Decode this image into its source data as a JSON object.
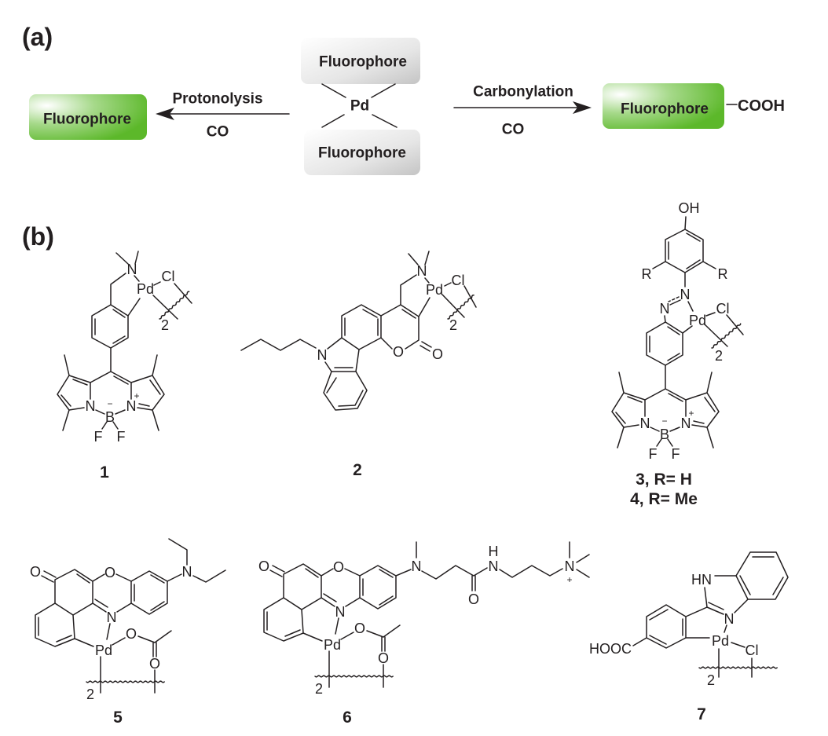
{
  "part_a": {
    "label": "(a)",
    "center_top": "Fluorophore",
    "center_bottom": "Fluorophore",
    "center_metal": "Pd",
    "left_reaction": {
      "above": "Protonolysis",
      "below": "CO"
    },
    "left_product": "Fluorophore",
    "right_reaction": {
      "above": "Carbonylation",
      "below": "CO"
    },
    "right_product": "Fluorophore",
    "right_product_group": "COOH",
    "colors": {
      "green": "#5cb82a",
      "gray": "#cfcfcf"
    }
  },
  "part_b": {
    "label": "(b)"
  },
  "compounds": [
    {
      "label": "1",
      "atoms": [
        "N",
        "Pd",
        "Cl",
        "2",
        "N",
        "B",
        "N",
        "F",
        "F",
        "−",
        "+"
      ]
    },
    {
      "label": "2",
      "atoms": [
        "N",
        "O",
        "O",
        "N",
        "Pd",
        "Cl",
        "2"
      ]
    },
    {
      "label": "3, R= H",
      "label2": "4, R= Me",
      "atoms": [
        "OH",
        "R",
        "R",
        "N",
        "N",
        "Pd",
        "Cl",
        "2",
        "N",
        "B",
        "N",
        "F",
        "F",
        "−",
        "+"
      ]
    },
    {
      "label": "5",
      "atoms": [
        "O",
        "O",
        "N",
        "N",
        "Pd",
        "O",
        "O",
        "2"
      ]
    },
    {
      "label": "6",
      "atoms": [
        "O",
        "O",
        "N",
        "Pd",
        "O",
        "O",
        "2",
        "N",
        "O",
        "H",
        "N",
        "N",
        "+"
      ]
    },
    {
      "label": "7",
      "atoms": [
        "HN",
        "N",
        "HOOC",
        "Pd",
        "Cl",
        "2"
      ]
    }
  ]
}
